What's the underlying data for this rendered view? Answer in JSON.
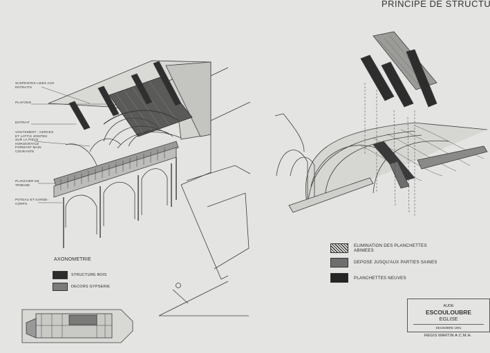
{
  "title": "PRINCIPE DE STRUCTURE",
  "callouts": [
    "SUSPENTES LIEES AUX ENTRAITS",
    "PLAFOND",
    "ENTRAIT",
    "VOUTEMENT : CERCES ET LATTIS JOINTES SUR LA PIECE HORIZONTALE FORMANT MAIN COURANTE",
    "PLANCHER DE TRIBUNE",
    "POTEAU ET GARDE-CORPS"
  ],
  "axonometry_label": "AXONOMETRIE",
  "legend_left": [
    {
      "label": "STRUCTURE BOIS",
      "swatch": "dark"
    },
    {
      "label": "DECORS GYPSERIE",
      "swatch": "mid"
    }
  ],
  "legend_right": [
    {
      "label": "ELIMINATION DES PLANCHETTES ABIMEES",
      "swatch": "hatched"
    },
    {
      "label": "DEPOSE JUSQU'AUX PARTIES SAINES",
      "swatch": "grey"
    },
    {
      "label": "PLANCHETTES NEUVES",
      "swatch": "black"
    }
  ],
  "cartouche": {
    "department": "AUDE",
    "town": "ESCOULOUBRE",
    "building": "EGLISE",
    "date": "DECEMBRE 1991"
  },
  "author": "REGIS MARTIN  A.C.M.H."
}
